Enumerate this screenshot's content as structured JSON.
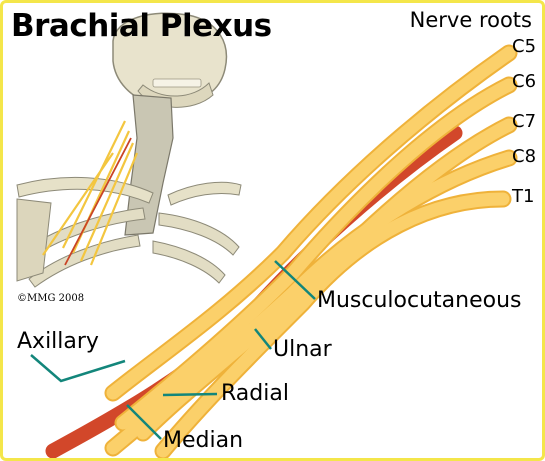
{
  "title": "Brachial Plexus",
  "nerve_roots_heading": "Nerve roots",
  "roots": [
    "C5",
    "C6",
    "C7",
    "C8",
    "T1"
  ],
  "nerves": {
    "musculocutaneous": "Musculocutaneous",
    "ulnar": "Ulnar",
    "axillary": "Axillary",
    "radial": "Radial",
    "median": "Median"
  },
  "copyright": "©MMG 2008",
  "colors": {
    "nerve": "#fbd06a",
    "nerve_outline": "#efb23a",
    "artery": "#d2472a",
    "leader": "#13867b",
    "frame": "#f4e64a",
    "bone": "#e6e1c8"
  }
}
